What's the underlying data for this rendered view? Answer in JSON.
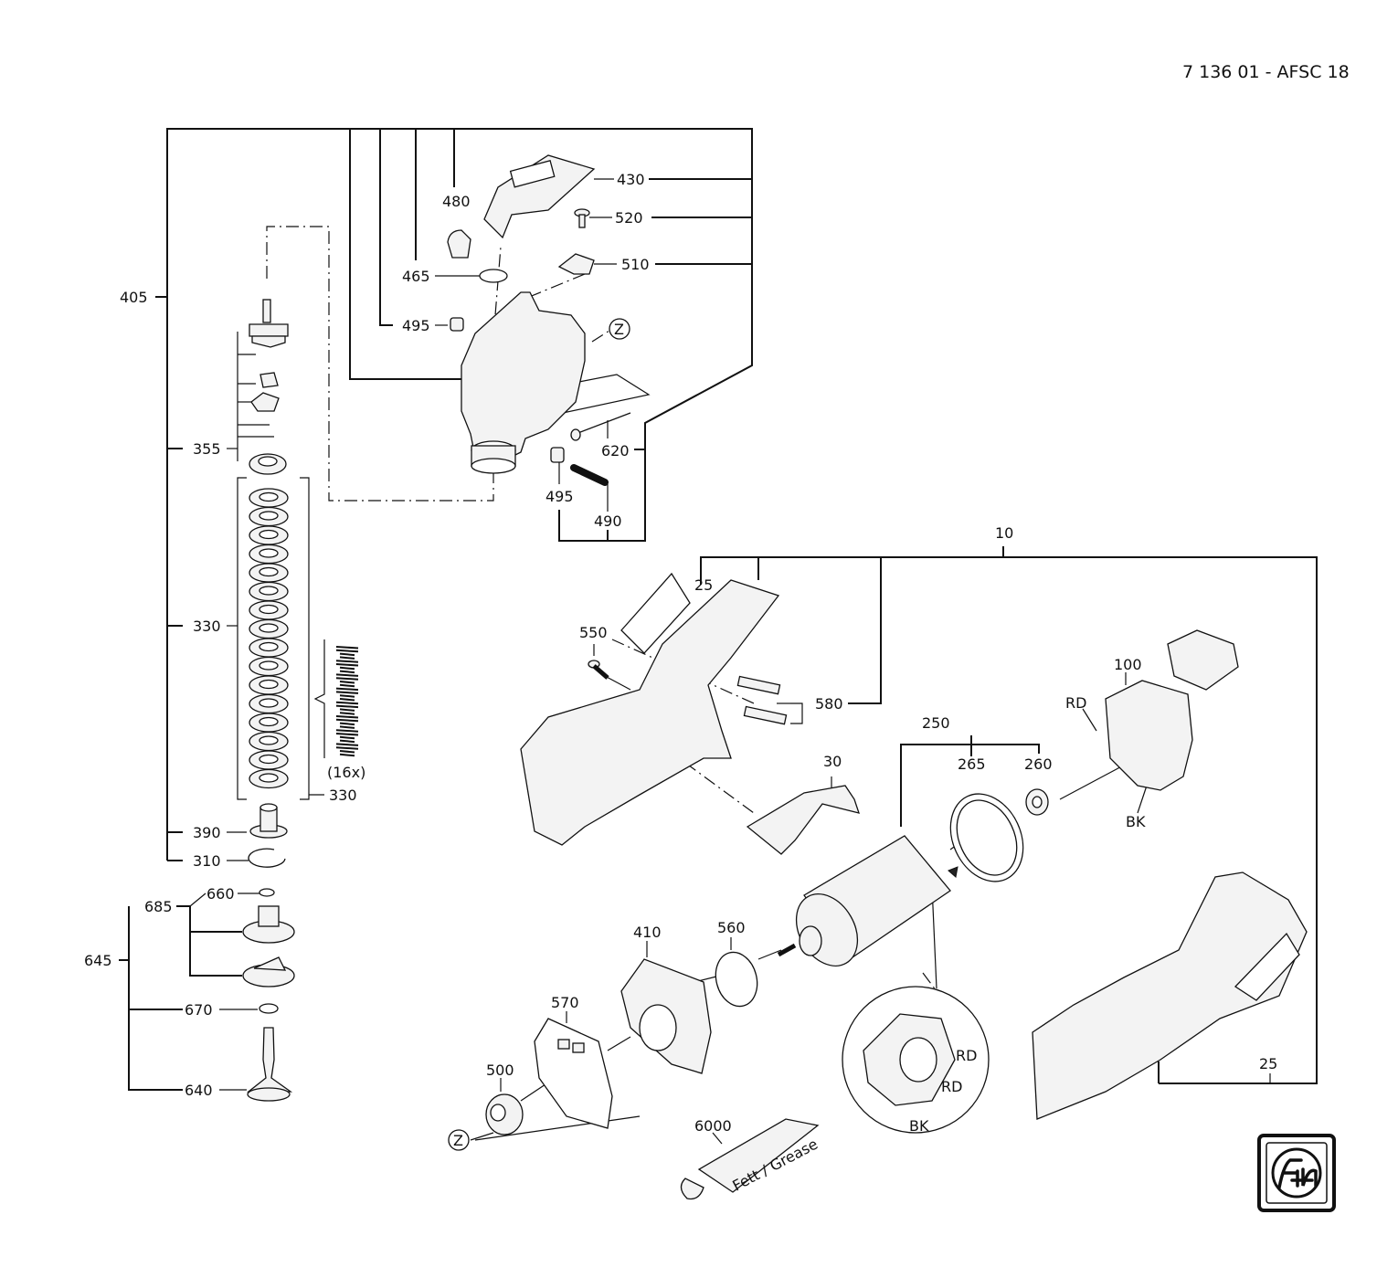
{
  "document": {
    "title": "7 136 01 - AFSC 18"
  },
  "part_labels": [
    "405",
    "430",
    "480",
    "520",
    "510",
    "465",
    "495",
    "Z",
    "620",
    "495",
    "490",
    "355",
    "330",
    "(16x)",
    "330",
    "390",
    "310",
    "660",
    "685",
    "645",
    "670",
    "640",
    "10",
    "25",
    "550",
    "580",
    "30",
    "250",
    "265",
    "260",
    "100",
    "RD",
    "BK",
    "410",
    "560",
    "570",
    "500",
    "Z",
    "6000",
    "RD",
    "RD",
    "BK",
    "25"
  ],
  "grease_tube_text": "Fett / Grease",
  "logo": {
    "brand": "fein"
  }
}
